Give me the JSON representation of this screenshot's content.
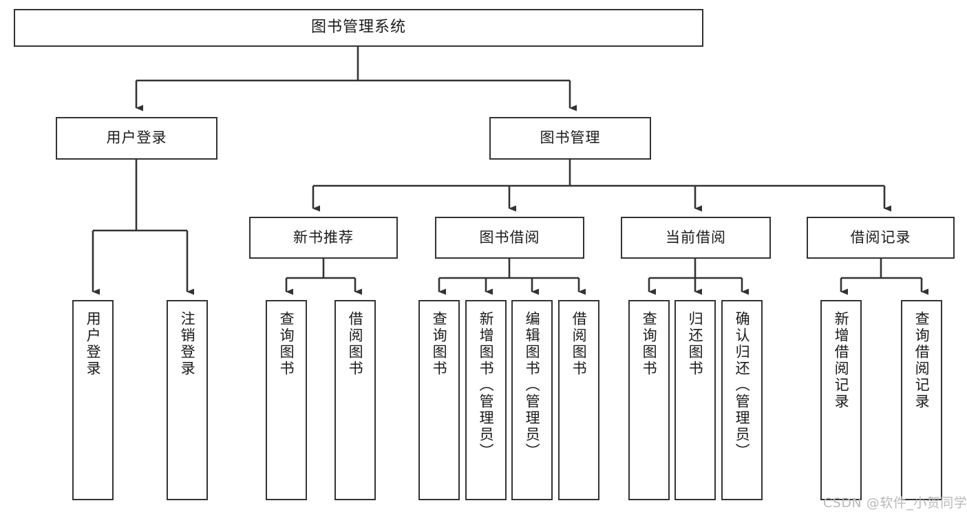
{
  "diagram": {
    "title": "图书管理系统",
    "type": "tree",
    "watermark": "CSDN @软件_小贺同学",
    "colors": {
      "node_border": "#333333",
      "node_fill": "#ffffff",
      "connector": "#333333",
      "text": "#1a1a1a",
      "watermark": "#b9b9b9",
      "background": "#ffffff"
    },
    "root": {
      "label": "图书管理系统"
    },
    "level2": [
      {
        "label": "用户登录"
      },
      {
        "label": "图书管理"
      }
    ],
    "level3": [
      {
        "label": "新书推荐"
      },
      {
        "label": "图书借阅"
      },
      {
        "label": "当前借阅"
      },
      {
        "label": "借阅记录"
      }
    ],
    "leaves": {
      "user_login": [
        {
          "label": "用户登录"
        },
        {
          "label": "注销登录"
        }
      ],
      "new_book": [
        {
          "label": "查询图书"
        },
        {
          "label": "借阅图书"
        }
      ],
      "book_borrow": [
        {
          "label": "查询图书"
        },
        {
          "label": "新增图书（管理员）"
        },
        {
          "label": "编辑图书（管理员）"
        },
        {
          "label": "借阅图书"
        }
      ],
      "current_borrow": [
        {
          "label": "查询图书"
        },
        {
          "label": "归还图书"
        },
        {
          "label": "确认归还（管理员）"
        }
      ],
      "borrow_record": [
        {
          "label": "新增借阅记录"
        },
        {
          "label": "查询借阅记录"
        }
      ]
    }
  }
}
